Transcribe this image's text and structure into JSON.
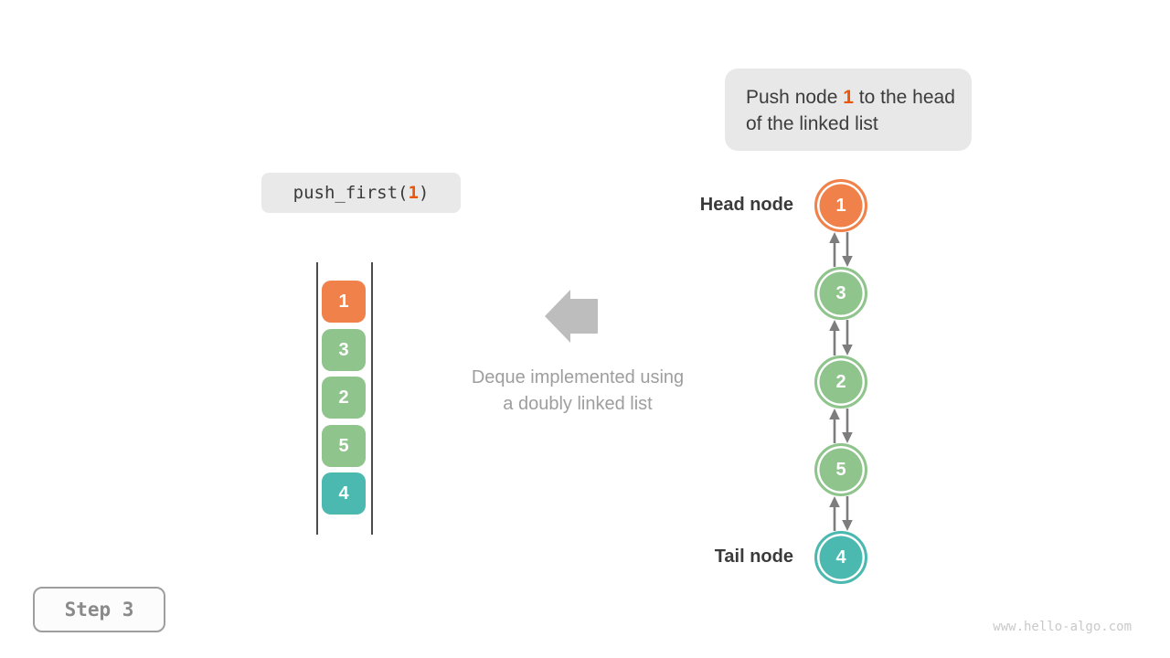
{
  "palette": {
    "orange": "#f0814a",
    "green": "#8fc48c",
    "teal": "#4cb9b0",
    "accent": "#e8570c",
    "box_gray": "#e8e8e8",
    "dark_text": "#3c3c3c",
    "muted_text": "#9e9e9e",
    "small_arrow_gray": "#7d7d7d",
    "big_arrow_gray": "#bdbdbd"
  },
  "callout": {
    "prefix": "Push node ",
    "highlight": "1",
    "suffix": " to the head of the linked list"
  },
  "code": {
    "prefix": "push_first(",
    "arg": "1",
    "suffix": ")"
  },
  "stack": {
    "items": [
      {
        "value": "1",
        "color": "orange"
      },
      {
        "value": "3",
        "color": "green"
      },
      {
        "value": "2",
        "color": "green"
      },
      {
        "value": "5",
        "color": "green"
      },
      {
        "value": "4",
        "color": "teal"
      }
    ]
  },
  "legend": {
    "line1": "Deque implemented using",
    "line2": "a doubly linked list"
  },
  "linked_list": {
    "head_label": "Head node",
    "tail_label": "Tail node",
    "nodes": [
      {
        "value": "1",
        "color": "orange"
      },
      {
        "value": "3",
        "color": "green"
      },
      {
        "value": "2",
        "color": "green"
      },
      {
        "value": "5",
        "color": "green"
      },
      {
        "value": "4",
        "color": "teal"
      }
    ]
  },
  "step_badge": {
    "label": "Step 3"
  },
  "watermark": {
    "text": "www.hello-algo.com"
  }
}
